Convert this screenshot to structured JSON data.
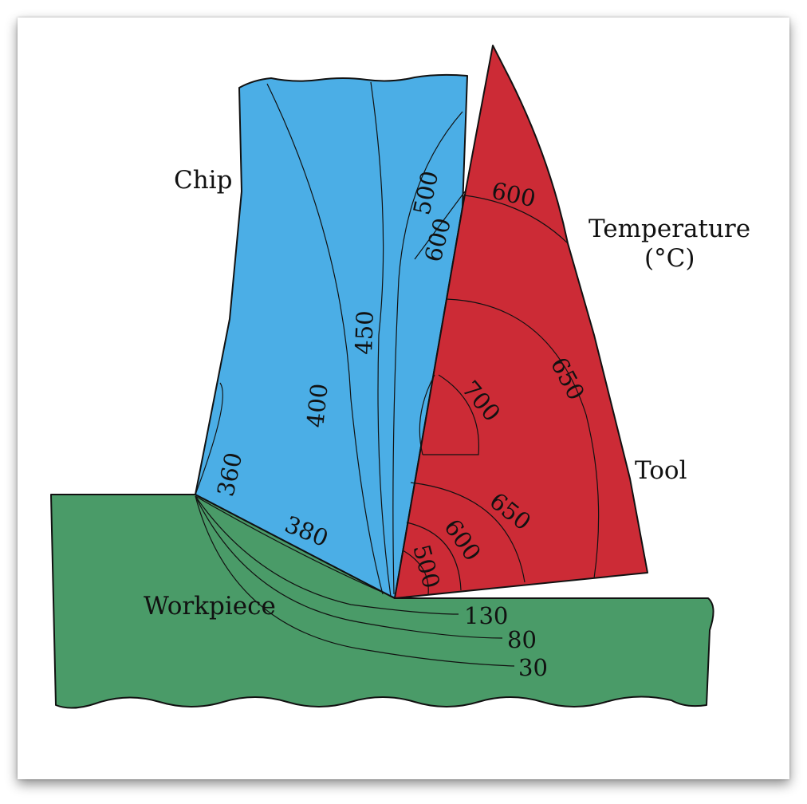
{
  "labels": {
    "chip": "Chip",
    "temperature_line1": "Temperature",
    "temperature_line2": "(°C)",
    "tool": "Tool",
    "workpiece": "Workpiece"
  },
  "isotherms": {
    "chip": [
      "360",
      "400",
      "450",
      "500",
      "600",
      "380"
    ],
    "tool": [
      "600",
      "650",
      "700",
      "650",
      "600",
      "500"
    ],
    "workpiece": [
      "130",
      "80",
      "30"
    ]
  },
  "colors": {
    "chip": "#4baee6",
    "tool": "#cc2b36",
    "workpiece": "#4a9b68",
    "outline": "#111111"
  }
}
